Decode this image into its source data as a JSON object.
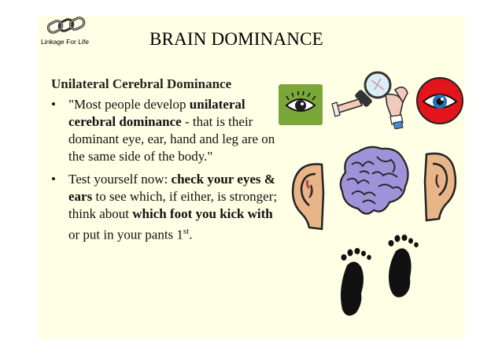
{
  "logo": {
    "text": "Linkage For Life"
  },
  "title": "BRAIN DOMINANCE",
  "heading": "Unilateral Cerebral Dominance",
  "bullet_symbol": "•",
  "bullet1": {
    "part1": "\"Most people develop",
    "bold": "unilateral cerebral dominance",
    "part2": "- that is their dominant eye, ear, hand and leg are on the same side of the body.\""
  },
  "bullet2": {
    "part1": "Test yourself now:",
    "bold1": "check your eyes &  ears",
    "part2": "to see which, if either, is stronger; think about",
    "bold2": "which foot you kick with",
    "part3": "or put in your pants 1",
    "superscript": "st",
    "part4": "."
  },
  "colors": {
    "slide_bg": "#ffffe5",
    "eye_box": "#7aa63a",
    "eye_circle": "#e3141b",
    "brain": "#9e92d8",
    "ear": "#e8b589"
  },
  "icons": [
    "chain-link-icon",
    "eye-icon",
    "magnifier-hands-icon",
    "red-eye-icon",
    "left-ear-icon",
    "brain-icon",
    "right-ear-icon",
    "footprints-icon"
  ]
}
